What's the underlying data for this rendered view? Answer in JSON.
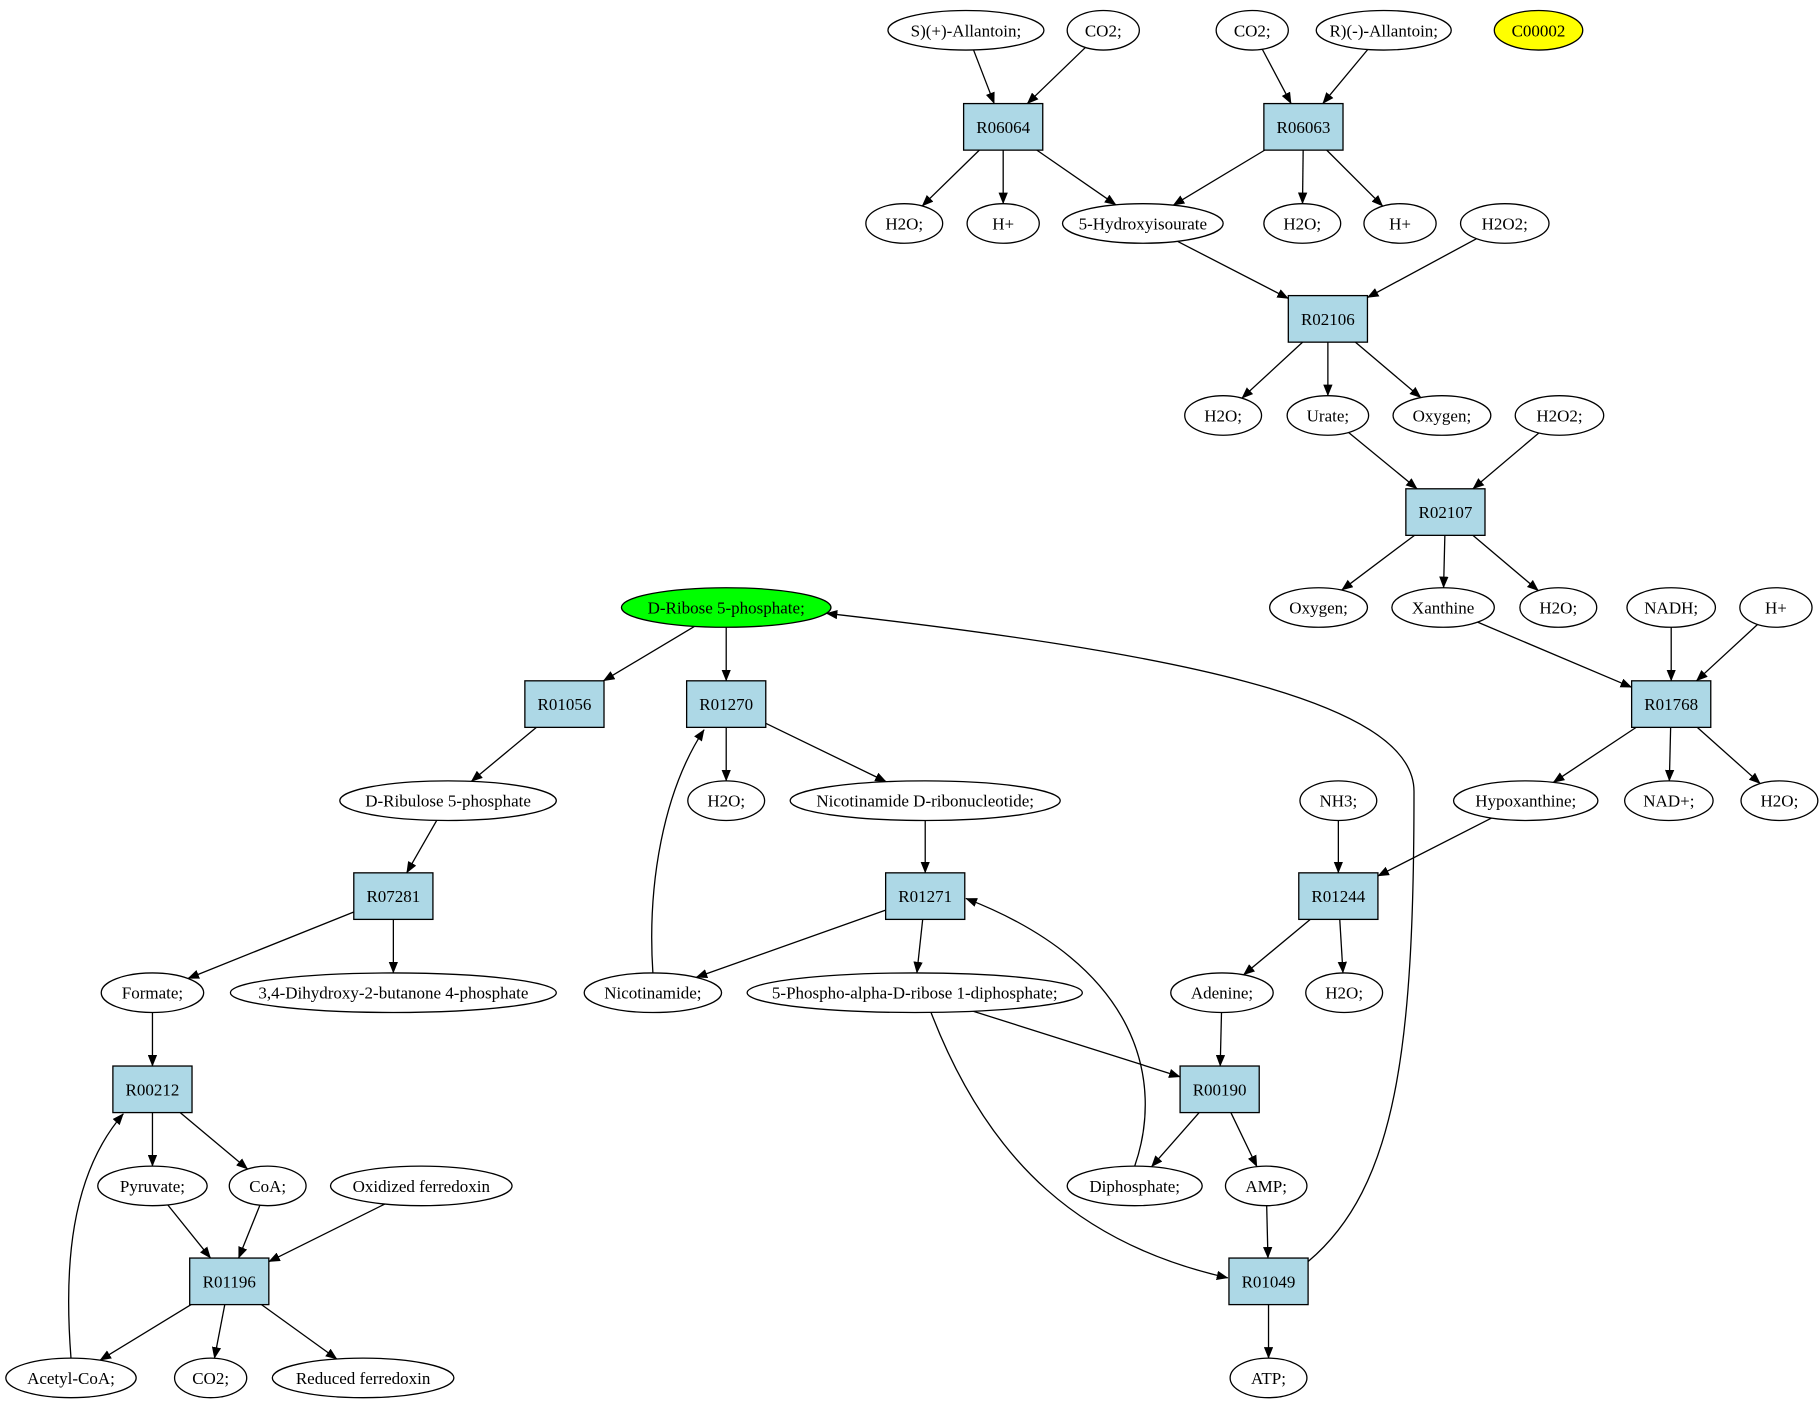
{
  "colors": {
    "reaction_fill": "#add8e6",
    "compound_fill": "#ffffff",
    "highlight_green": "#00ff00",
    "highlight_yellow": "#ffff00"
  },
  "nodes": [
    {
      "id": "s_allantoin",
      "kind": "compound",
      "label": "S)(+)-Allantoin;"
    },
    {
      "id": "co2_a",
      "kind": "compound",
      "label": "CO2;"
    },
    {
      "id": "co2_b",
      "kind": "compound",
      "label": "CO2;"
    },
    {
      "id": "r_allantoin",
      "kind": "compound",
      "label": "R)(-)-Allantoin;"
    },
    {
      "id": "c00002",
      "kind": "compound",
      "label": "C00002",
      "fill": "highlight_yellow"
    },
    {
      "id": "R06064",
      "kind": "reaction",
      "label": "R06064"
    },
    {
      "id": "R06063",
      "kind": "reaction",
      "label": "R06063"
    },
    {
      "id": "h2o_a",
      "kind": "compound",
      "label": "H2O;"
    },
    {
      "id": "hplus_a",
      "kind": "compound",
      "label": "H+"
    },
    {
      "id": "hydroxyisourate",
      "kind": "compound",
      "label": "5-Hydroxyisourate"
    },
    {
      "id": "h2o_b",
      "kind": "compound",
      "label": "H2O;"
    },
    {
      "id": "hplus_b",
      "kind": "compound",
      "label": "H+"
    },
    {
      "id": "h2o2_a",
      "kind": "compound",
      "label": "H2O2;"
    },
    {
      "id": "R02106",
      "kind": "reaction",
      "label": "R02106"
    },
    {
      "id": "h2o_c",
      "kind": "compound",
      "label": "H2O;"
    },
    {
      "id": "urate",
      "kind": "compound",
      "label": "Urate;"
    },
    {
      "id": "oxygen_a",
      "kind": "compound",
      "label": "Oxygen;"
    },
    {
      "id": "h2o2_b",
      "kind": "compound",
      "label": "H2O2;"
    },
    {
      "id": "R02107",
      "kind": "reaction",
      "label": "R02107"
    },
    {
      "id": "oxygen_b",
      "kind": "compound",
      "label": "Oxygen;"
    },
    {
      "id": "xanthine",
      "kind": "compound",
      "label": "Xanthine"
    },
    {
      "id": "h2o_d",
      "kind": "compound",
      "label": "H2O;"
    },
    {
      "id": "nadh",
      "kind": "compound",
      "label": "NADH;"
    },
    {
      "id": "hplus_c",
      "kind": "compound",
      "label": "H+"
    },
    {
      "id": "R01768",
      "kind": "reaction",
      "label": "R01768"
    },
    {
      "id": "hypoxanthine",
      "kind": "compound",
      "label": "Hypoxanthine;"
    },
    {
      "id": "nadplus",
      "kind": "compound",
      "label": "NAD+;"
    },
    {
      "id": "h2o_e",
      "kind": "compound",
      "label": "H2O;"
    },
    {
      "id": "nh3",
      "kind": "compound",
      "label": "NH3;"
    },
    {
      "id": "R01244",
      "kind": "reaction",
      "label": "R01244"
    },
    {
      "id": "adenine",
      "kind": "compound",
      "label": "Adenine;"
    },
    {
      "id": "h2o_f",
      "kind": "compound",
      "label": "H2O;"
    },
    {
      "id": "ribose5p",
      "kind": "compound",
      "label": "D-Ribose 5-phosphate;",
      "fill": "highlight_green"
    },
    {
      "id": "R01056",
      "kind": "reaction",
      "label": "R01056"
    },
    {
      "id": "R01270",
      "kind": "reaction",
      "label": "R01270"
    },
    {
      "id": "ribulose5p",
      "kind": "compound",
      "label": "D-Ribulose 5-phosphate"
    },
    {
      "id": "h2o_g",
      "kind": "compound",
      "label": "H2O;"
    },
    {
      "id": "nmn",
      "kind": "compound",
      "label": "Nicotinamide D-ribonucleotide;"
    },
    {
      "id": "R07281",
      "kind": "reaction",
      "label": "R07281"
    },
    {
      "id": "R01271",
      "kind": "reaction",
      "label": "R01271"
    },
    {
      "id": "formate",
      "kind": "compound",
      "label": "Formate;"
    },
    {
      "id": "dhbp",
      "kind": "compound",
      "label": "3,4-Dihydroxy-2-butanone 4-phosphate"
    },
    {
      "id": "nicotinamide",
      "kind": "compound",
      "label": "Nicotinamide;"
    },
    {
      "id": "prpp",
      "kind": "compound",
      "label": "5-Phospho-alpha-D-ribose 1-diphosphate;"
    },
    {
      "id": "R00212",
      "kind": "reaction",
      "label": "R00212"
    },
    {
      "id": "R00190",
      "kind": "reaction",
      "label": "R00190"
    },
    {
      "id": "pyruvate",
      "kind": "compound",
      "label": "Pyruvate;"
    },
    {
      "id": "coa",
      "kind": "compound",
      "label": "CoA;"
    },
    {
      "id": "oxfd",
      "kind": "compound",
      "label": "Oxidized ferredoxin"
    },
    {
      "id": "diphosphate",
      "kind": "compound",
      "label": "Diphosphate;"
    },
    {
      "id": "amp",
      "kind": "compound",
      "label": "AMP;"
    },
    {
      "id": "R01196",
      "kind": "reaction",
      "label": "R01196"
    },
    {
      "id": "R01049",
      "kind": "reaction",
      "label": "R01049"
    },
    {
      "id": "acetylcoa",
      "kind": "compound",
      "label": "Acetyl-CoA;"
    },
    {
      "id": "co2_c",
      "kind": "compound",
      "label": "CO2;"
    },
    {
      "id": "redfd",
      "kind": "compound",
      "label": "Reduced ferredoxin"
    },
    {
      "id": "atp",
      "kind": "compound",
      "label": "ATP;"
    }
  ],
  "edges": [
    {
      "from": "s_allantoin",
      "to": "R06064"
    },
    {
      "from": "co2_a",
      "to": "R06064"
    },
    {
      "from": "co2_b",
      "to": "R06063"
    },
    {
      "from": "r_allantoin",
      "to": "R06063"
    },
    {
      "from": "R06064",
      "to": "h2o_a"
    },
    {
      "from": "R06064",
      "to": "hplus_a"
    },
    {
      "from": "R06064",
      "to": "hydroxyisourate"
    },
    {
      "from": "R06063",
      "to": "hydroxyisourate"
    },
    {
      "from": "R06063",
      "to": "h2o_b"
    },
    {
      "from": "R06063",
      "to": "hplus_b"
    },
    {
      "from": "hydroxyisourate",
      "to": "R02106"
    },
    {
      "from": "h2o2_a",
      "to": "R02106"
    },
    {
      "from": "R02106",
      "to": "h2o_c"
    },
    {
      "from": "R02106",
      "to": "urate"
    },
    {
      "from": "R02106",
      "to": "oxygen_a"
    },
    {
      "from": "urate",
      "to": "R02107"
    },
    {
      "from": "h2o2_b",
      "to": "R02107"
    },
    {
      "from": "R02107",
      "to": "oxygen_b"
    },
    {
      "from": "R02107",
      "to": "xanthine"
    },
    {
      "from": "R02107",
      "to": "h2o_d"
    },
    {
      "from": "xanthine",
      "to": "R01768"
    },
    {
      "from": "nadh",
      "to": "R01768"
    },
    {
      "from": "hplus_c",
      "to": "R01768"
    },
    {
      "from": "R01768",
      "to": "hypoxanthine"
    },
    {
      "from": "R01768",
      "to": "nadplus"
    },
    {
      "from": "R01768",
      "to": "h2o_e"
    },
    {
      "from": "hypoxanthine",
      "to": "R01244"
    },
    {
      "from": "nh3",
      "to": "R01244"
    },
    {
      "from": "R01244",
      "to": "adenine"
    },
    {
      "from": "R01244",
      "to": "h2o_f"
    },
    {
      "from": "ribose5p",
      "to": "R01056"
    },
    {
      "from": "ribose5p",
      "to": "R01270"
    },
    {
      "from": "R01056",
      "to": "ribulose5p"
    },
    {
      "from": "R01270",
      "to": "h2o_g"
    },
    {
      "from": "R01270",
      "to": "nmn"
    },
    {
      "from": "ribulose5p",
      "to": "R07281"
    },
    {
      "from": "nmn",
      "to": "R01271"
    },
    {
      "from": "R07281",
      "to": "formate"
    },
    {
      "from": "R07281",
      "to": "dhbp"
    },
    {
      "from": "R01271",
      "to": "nicotinamide"
    },
    {
      "from": "R01271",
      "to": "prpp"
    },
    {
      "from": "nicotinamide",
      "to": "R01270"
    },
    {
      "from": "formate",
      "to": "R00212"
    },
    {
      "from": "adenine",
      "to": "R00190"
    },
    {
      "from": "prpp",
      "to": "R00190"
    },
    {
      "from": "prpp",
      "to": "R01049"
    },
    {
      "from": "R00190",
      "to": "diphosphate"
    },
    {
      "from": "R00190",
      "to": "amp"
    },
    {
      "from": "diphosphate",
      "to": "R01271"
    },
    {
      "from": "R00212",
      "to": "pyruvate"
    },
    {
      "from": "R00212",
      "to": "coa"
    },
    {
      "from": "pyruvate",
      "to": "R01196"
    },
    {
      "from": "coa",
      "to": "R01196"
    },
    {
      "from": "oxfd",
      "to": "R01196"
    },
    {
      "from": "amp",
      "to": "R01049"
    },
    {
      "from": "R01196",
      "to": "acetylcoa"
    },
    {
      "from": "R01196",
      "to": "co2_c"
    },
    {
      "from": "R01196",
      "to": "redfd"
    },
    {
      "from": "acetylcoa",
      "to": "R00212"
    },
    {
      "from": "R01049",
      "to": "atp"
    },
    {
      "from": "R01049",
      "to": "ribose5p"
    }
  ]
}
